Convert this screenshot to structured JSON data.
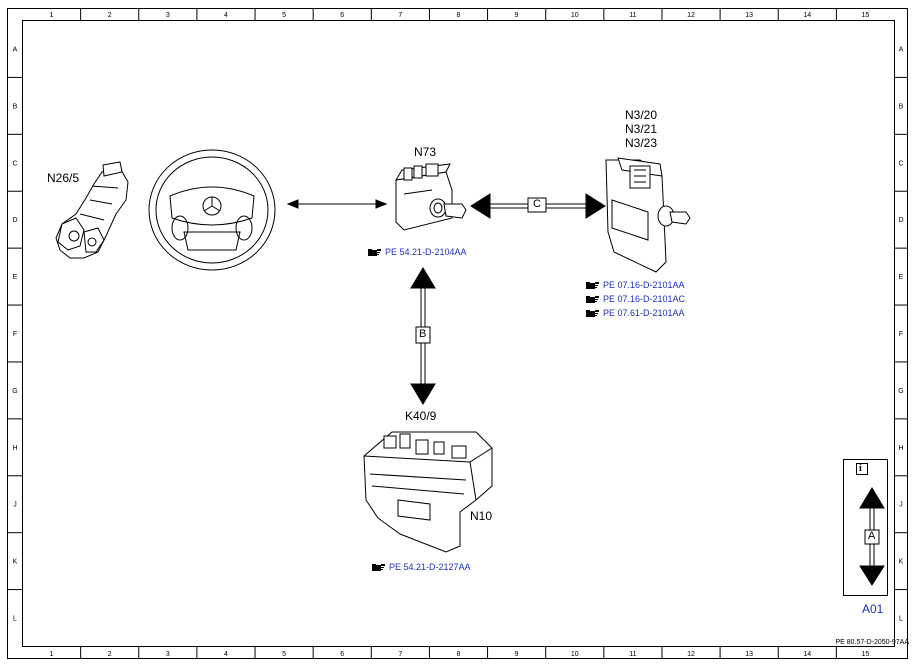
{
  "grid": {
    "columns": [
      "1",
      "2",
      "3",
      "4",
      "5",
      "6",
      "7",
      "8",
      "9",
      "10",
      "11",
      "12",
      "13",
      "14",
      "15"
    ],
    "rows": [
      "A",
      "B",
      "C",
      "D",
      "E",
      "F",
      "G",
      "H",
      "J",
      "K",
      "L"
    ]
  },
  "components": {
    "steering_column": "N26/5",
    "ignition_switch": "N73",
    "engine_control": [
      "N3/20",
      "N3/21",
      "N3/23"
    ],
    "fuse_box_relay": "K40/9",
    "fuse_box_module": "N10"
  },
  "arrows": {
    "b": "B",
    "c": "C",
    "legend": "A"
  },
  "references": {
    "n73": "PE 54.21-D-2104AA",
    "n3": [
      "PE 07.16-D-2101AA",
      "PE 07.16-D-2101AC",
      "PE 07.61-D-2101AA"
    ],
    "n10": "PE 54.21-D-2127AA"
  },
  "legend": {
    "info_glyph": "i",
    "code": "A01"
  },
  "document_code": "PE 80.57-D-2050-97AA",
  "colors": {
    "link": "#1f2fbf",
    "line": "#000000"
  }
}
